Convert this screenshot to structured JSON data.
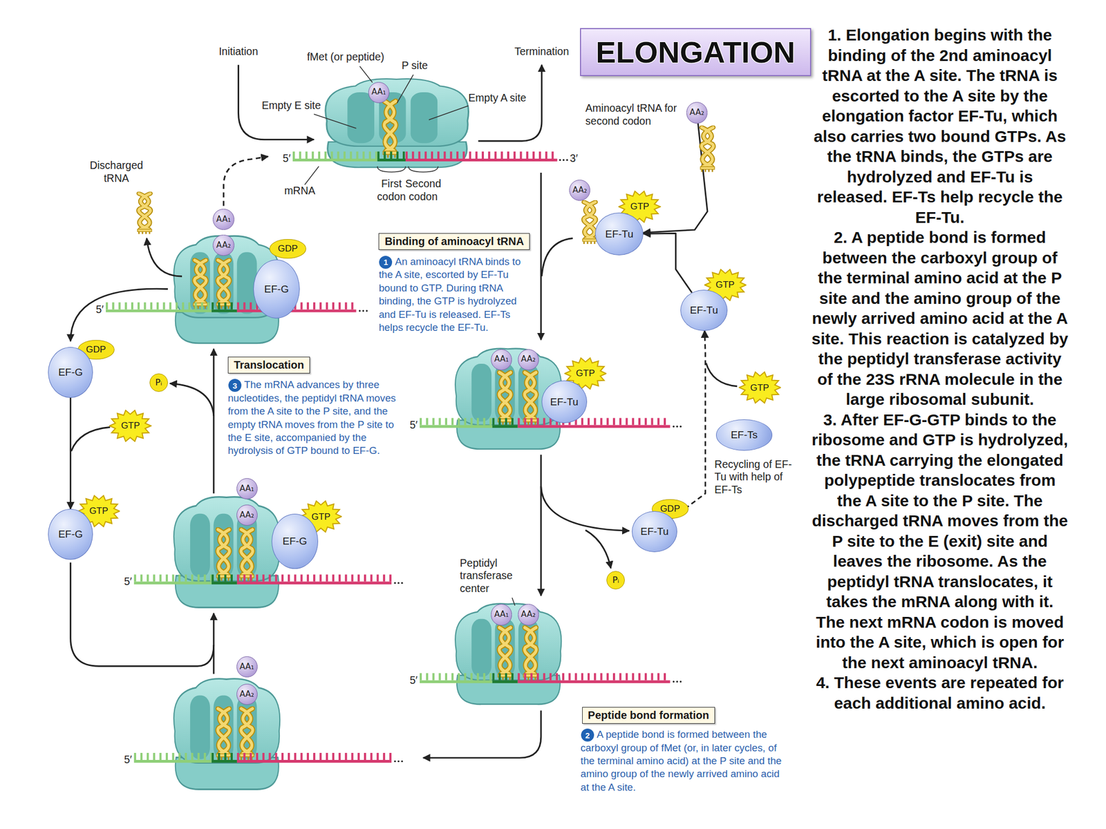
{
  "diagram": {
    "title": "ELONGATION",
    "nodes": [
      {
        "text": [
          "Binding of aminoacyl tRNA"
        ]
      },
      {
        "text": [
          "Translocation"
        ]
      },
      {
        "text": [
          "Peptide bond formation"
        ]
      },
      {
        "text": [
          "AA₁"
        ]
      },
      {
        "text": [
          "AA₂"
        ]
      },
      {
        "text": [
          "AA₂"
        ]
      },
      {
        "text": [
          "GTP"
        ]
      },
      {
        "text": [
          "EF-Tu"
        ]
      },
      {
        "text": [
          "GTP"
        ]
      },
      {
        "text": [
          "EF-Tu"
        ]
      },
      {
        "text": [
          "AA₁"
        ]
      },
      {
        "text": [
          "AA₂"
        ]
      },
      {
        "text": [
          "GTP"
        ]
      },
      {
        "text": [
          "EF-Tu"
        ]
      },
      {
        "text": [
          "GTP"
        ]
      },
      {
        "text": [
          "EF-Ts"
        ]
      },
      {
        "text": [
          "GDP"
        ]
      },
      {
        "text": [
          "EF-Tu"
        ]
      },
      {
        "text": [
          "Pᵢ"
        ]
      },
      {
        "text": [
          "AA₁"
        ]
      },
      {
        "text": [
          "AA₂"
        ]
      },
      {
        "text": [
          "AA₁"
        ]
      },
      {
        "text": [
          "AA₂"
        ]
      },
      {
        "text": [
          "AA₁"
        ]
      },
      {
        "text": [
          "AA₂"
        ]
      },
      {
        "text": [
          "GTP"
        ]
      },
      {
        "text": [
          "EF-G"
        ]
      },
      {
        "text": [
          "GTP"
        ]
      },
      {
        "text": [
          "GTP"
        ]
      },
      {
        "text": [
          "EF-G"
        ]
      },
      {
        "text": [
          "GDP"
        ]
      },
      {
        "text": [
          "EF-G"
        ]
      },
      {
        "text": [
          "Pᵢ"
        ]
      },
      {
        "text": [
          "AA₁"
        ]
      },
      {
        "text": [
          "AA₂"
        ]
      },
      {
        "text": [
          "GDP"
        ]
      },
      {
        "text": [
          "EF-G"
        ]
      }
    ],
    "edges": [
      {
        "from": 4,
        "to": 7,
        "arrow": "to"
      },
      {
        "from": 9,
        "to": 7,
        "arrow": "to"
      },
      {
        "from": 17,
        "to": 9,
        "arrow": "to"
      },
      {
        "from": 31,
        "to": 29,
        "arrow": "to"
      }
    ],
    "labels": [
      "Initiation",
      "fMet (or peptide)",
      "P site",
      "Empty E site",
      "Empty A site",
      "Termination",
      "5′",
      "3′",
      "mRNA",
      "First codon",
      "Second codon",
      "Aminoacyl tRNA for second codon",
      "Discharged tRNA",
      "1",
      "An aminoacyl tRNA binds to the A site, escorted by EF-Tu bound to GTP. During tRNA binding, the GTP is hydrolyzed and EF-Tu is released. EF-Ts helps recycle the EF-Tu.",
      "3",
      "The mRNA advances by three nucleotides, the peptidyl tRNA moves from the A site to the P site, and the empty tRNA moves from the P site to the E site, accompanied by the hydrolysis of GTP bound to EF-G.",
      "Recycling of EF-Tu with help of EF-Ts",
      "Peptidyl transferase center",
      "2",
      "A peptide bond is formed between the carboxyl group of fMet (or, in later cycles, of the terminal amino acid) at the P site and the amino group of the newly arrived amino acid at the A site.",
      "5′",
      "5′",
      "5′",
      "5′",
      "5′",
      "1. Elongation begins with the binding of the 2nd aminoacyl tRNA at the A site. The tRNA is escorted to the A site by the elongation factor EF-Tu, which also carries two bound GTPs. As the tRNA binds, the GTPs are hydrolyzed and EF-Tu is released. EF-Ts help recycle the EF-Tu.",
      "2. A peptide bond is formed between the carboxyl group of the terminal amino acid at the P site and the amino group of the newly arrived amino acid at the A site. This reaction is catalyzed by the peptidyl transferase activity of the 23S rRNA molecule in the large ribosomal subunit.",
      "3. After EF-G-GTP binds to the ribosome and GTP is hydrolyzed, the tRNA carrying the elongated polypeptide translocates from the A site to the P site. The discharged tRNA moves from the P site to the E (exit) site and leaves the ribosome. As the peptidyl tRNA translocates, it takes the mRNA along with it. The next mRNA codon is moved into the A site, which is open for the next aminoacyl tRNA.",
      "4. These events are repeated for each additional amino acid."
    ]
  }
}
